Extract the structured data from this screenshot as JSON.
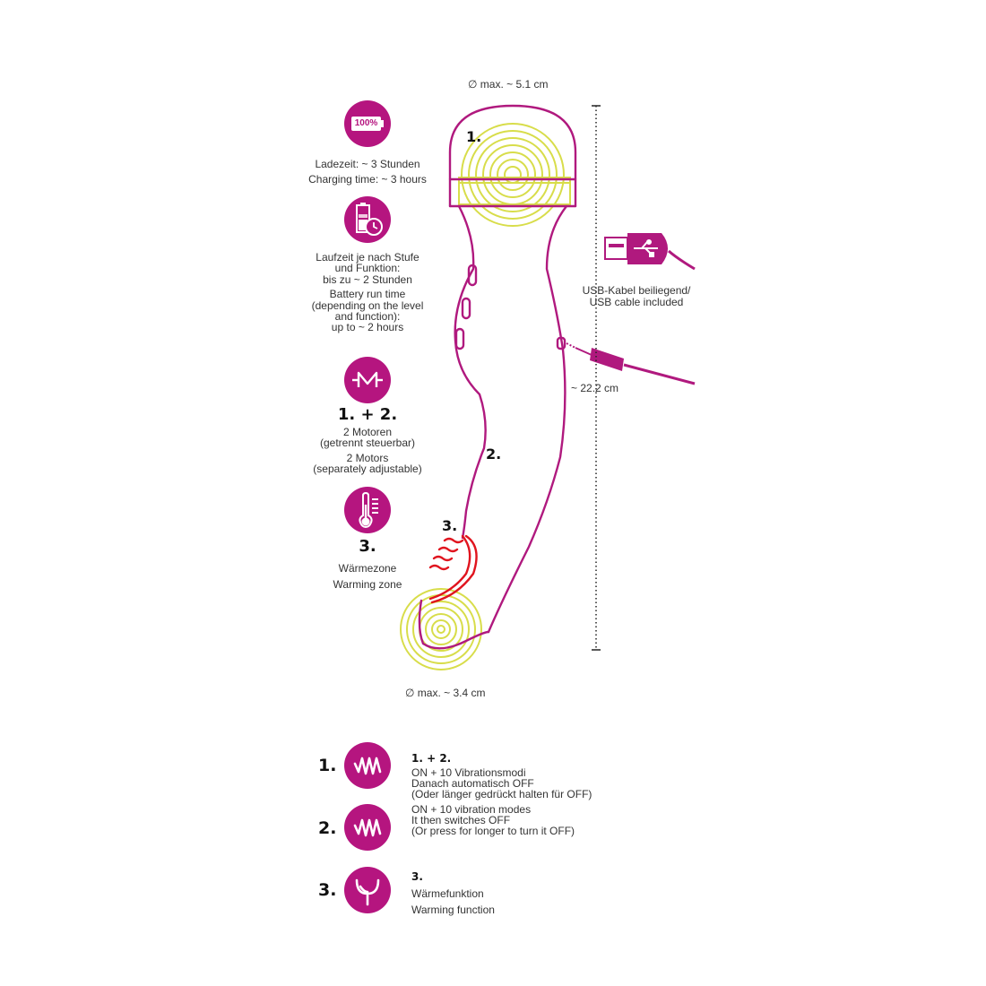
{
  "colors": {
    "accent": "#b5157f",
    "outline": "#b0197e",
    "vibration_rings": "#d8dd4a",
    "warming": "#e0141e",
    "dimension_line": "#222222"
  },
  "dimensions": {
    "head_diameter": "∅ max. ~ 5.1 cm",
    "tip_diameter": "∅ max. ~ 3.4 cm",
    "length": "~ 22.2 cm"
  },
  "usb": {
    "line1": "USB-Kabel beiliegend/",
    "line2": "USB cable included"
  },
  "diagram_labels": {
    "head": "1.",
    "shaft": "2.",
    "warming": "3."
  },
  "features": {
    "charging": {
      "icon": "battery-icon",
      "badge": "100%",
      "de": "Ladezeit: ~ 3 Stunden",
      "en": "Charging time: ~ 3 hours"
    },
    "runtime": {
      "icon": "battery-clock-icon",
      "de1": "Laufzeit je nach Stufe",
      "de2": "und Funktion:",
      "de3": "bis zu ~ 2 Stunden",
      "en1": "Battery run time",
      "en2": "(depending on the level",
      "en3": "and function):",
      "en4": "up to ~ 2 hours"
    },
    "motors": {
      "icon": "motor-icon",
      "number": "1. + 2.",
      "de1": "2 Motoren",
      "de2": "(getrennt steuerbar)",
      "en1": "2 Motors",
      "en2": "(separately adjustable)"
    },
    "warming": {
      "icon": "thermometer-icon",
      "number": "3.",
      "de": "Wärmezone",
      "en": "Warming zone"
    }
  },
  "controls": {
    "button1": {
      "number": "1.",
      "icon": "vibration-icon"
    },
    "button2": {
      "number": "2.",
      "icon": "vibration-icon"
    },
    "button3": {
      "number": "3.",
      "icon": "warming-icon"
    },
    "vibration_text": {
      "heading": "1. + 2.",
      "de1": "ON + 10 Vibrationsmodi",
      "de2": "Danach automatisch OFF",
      "de3": "(Oder länger gedrückt halten für OFF)",
      "en1": "ON + 10 vibration modes",
      "en2": "It then switches OFF",
      "en3": "(Or press for longer to turn it OFF)"
    },
    "warming_text": {
      "heading": "3.",
      "de": "Wärmefunktion",
      "en": "Warming function"
    }
  }
}
